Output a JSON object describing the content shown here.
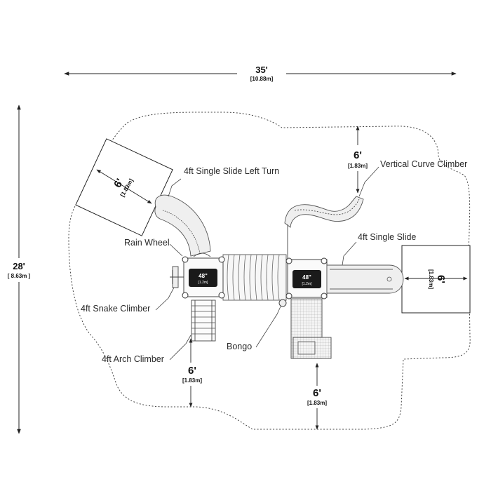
{
  "overall": {
    "width_label": "35'",
    "width_metric": "[10.88m]",
    "height_label": "28'",
    "height_metric": "[ 8.63m ]"
  },
  "zones": {
    "slide_left_turn": {
      "ft": "6'",
      "m": "[1.83m]"
    },
    "climber_top": {
      "ft": "6'",
      "m": "[1.83m]"
    },
    "slide_right": {
      "ft": "6'",
      "m": "[1.83m]"
    },
    "arch_bottom": {
      "ft": "6'",
      "m": "[1.83m]"
    },
    "bottom_center": {
      "ft": "6'",
      "m": "[1.83m]"
    }
  },
  "decks": [
    {
      "height": "48\"",
      "metric": "[1.2m]"
    },
    {
      "height": "48\"",
      "metric": "[1.2m]"
    }
  ],
  "labels": {
    "slide_left_turn": "4ft Single Slide Left Turn",
    "vertical_curve_climber": "Vertical Curve Climber",
    "rain_wheel": "Rain Wheel",
    "single_slide": "4ft Single Slide",
    "snake_climber": "4ft Snake Climber",
    "bongo": "Bongo",
    "arch_climber": "4ft Arch Climber"
  },
  "colors": {
    "line": "#333333",
    "deck": "#1a1a1a",
    "part_fill": "#efefef"
  }
}
